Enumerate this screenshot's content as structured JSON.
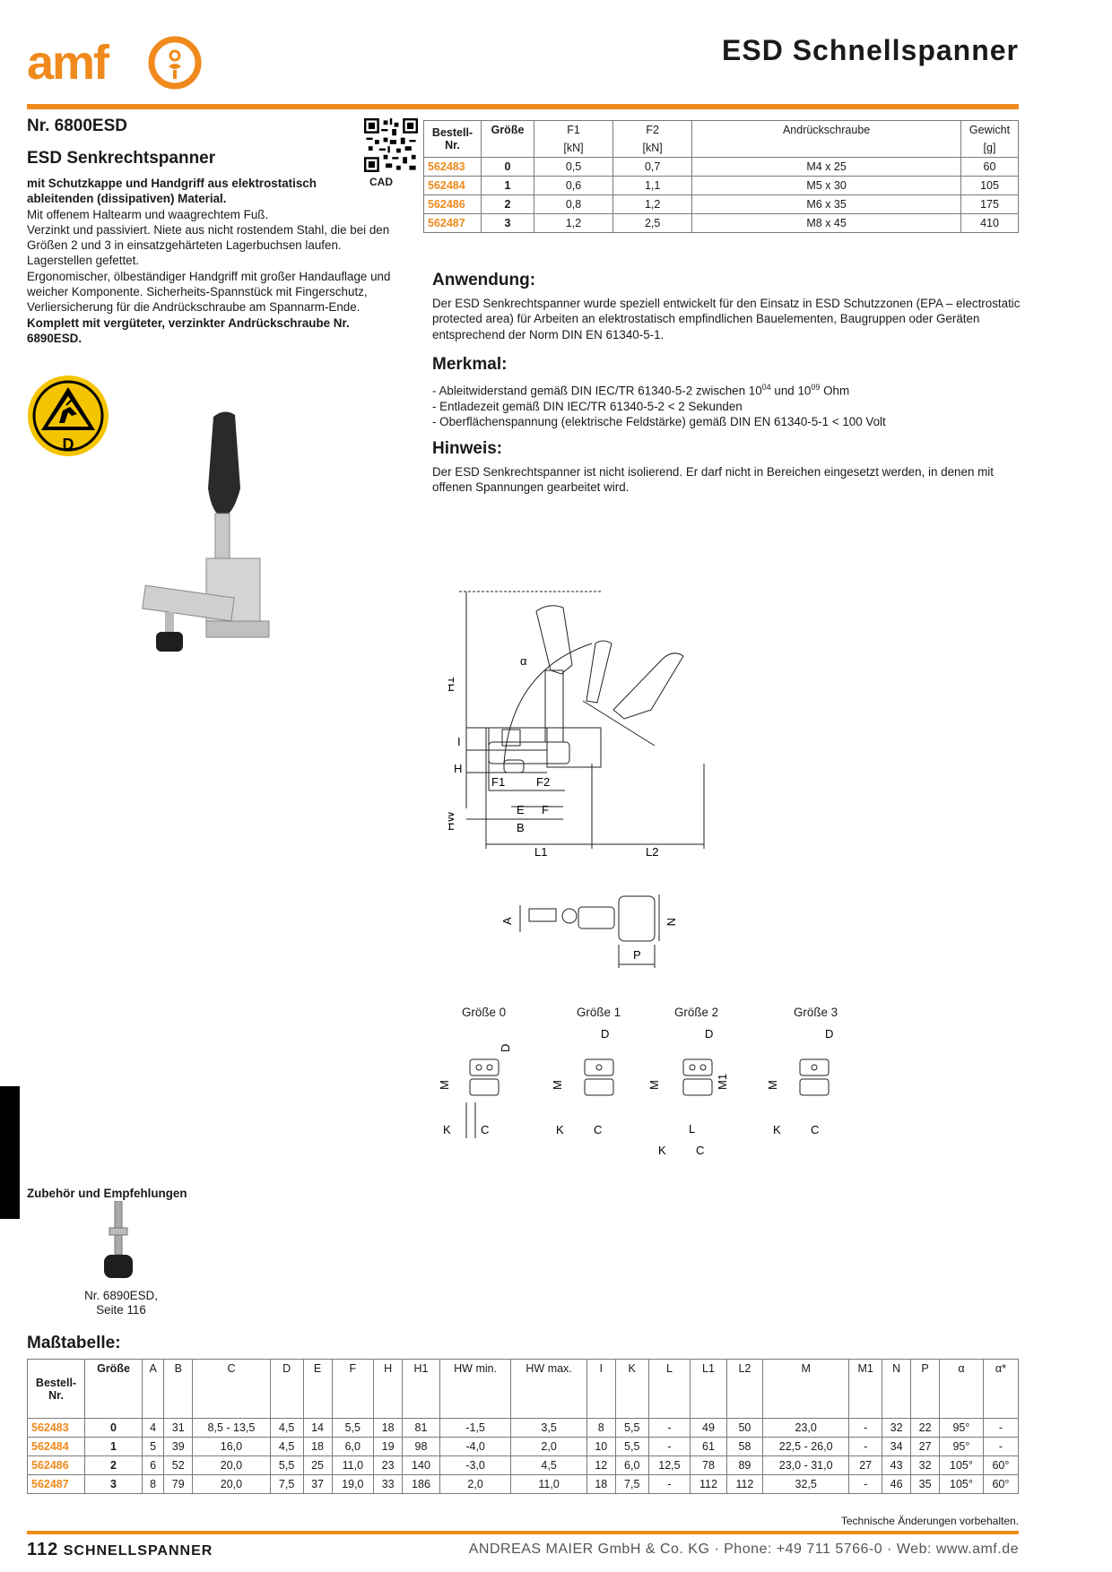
{
  "header": {
    "title": "ESD Schnellspanner",
    "logo_text": "amf"
  },
  "product": {
    "nr": "Nr. 6800ESD",
    "name": "ESD Senkrechtspanner",
    "desc_bold": "mit Schutzkappe und Handgriff aus elektrostatisch ableitenden (dissipativen) Material.",
    "desc_1": "Mit offenem Haltearm und waagrechtem Fuß.",
    "desc_2": "Verzinkt und passiviert. Niete aus nicht rostendem Stahl, die bei den Größen 2 und 3 in einsatzgehärteten Lagerbuchsen laufen. Lagerstellen gefettet.",
    "desc_3": "Ergonomischer, ölbeständiger Handgriff mit großer Handauflage und weicher Komponente. Sicherheits-Spannstück mit Fingerschutz, Verliersicherung für die Andrückschraube am Spannarm-Ende.",
    "desc_bold2": "Komplett mit vergüteter, verzinkter Andrückschraube Nr. 6890ESD.",
    "cad": "CAD",
    "esd_letter": "D"
  },
  "top_table": {
    "headers": [
      "Bestell-Nr.",
      "Größe",
      "F1",
      "F2",
      "Andrückschraube",
      "Gewicht"
    ],
    "units": [
      "",
      "",
      "[kN]",
      "[kN]",
      "",
      "[g]"
    ],
    "rows": [
      [
        "562483",
        "0",
        "0,5",
        "0,7",
        "M4 x 25",
        "60"
      ],
      [
        "562484",
        "1",
        "0,6",
        "1,1",
        "M5 x 30",
        "105"
      ],
      [
        "562486",
        "2",
        "0,8",
        "1,2",
        "M6 x 35",
        "175"
      ],
      [
        "562487",
        "3",
        "1,2",
        "2,5",
        "M8 x 45",
        "410"
      ]
    ]
  },
  "anwendung": {
    "heading": "Anwendung:",
    "text": "Der ESD Senkrechtspanner wurde speziell entwickelt für den Einsatz in ESD Schutzzonen (EPA – electrostatic protected area) für Arbeiten an elektrostatisch empfindlichen Bauelementen, Baugruppen oder Geräten entsprechend der Norm DIN EN 61340-5-1."
  },
  "merkmal": {
    "heading": "Merkmal:",
    "l1_a": "- Ableitwiderstand gemäß DIN IEC/TR 61340-5-2 zwischen 10",
    "l1_sup1": "04",
    "l1_b": " und 10",
    "l1_sup2": "09",
    "l1_c": " Ohm",
    "l2": "- Entladezeit gemäß DIN IEC/TR 61340-5-2 < 2 Sekunden",
    "l3": "- Oberflächenspannung (elektrische Feldstärke) gemäß DIN EN 61340-5-1 < 100 Volt"
  },
  "hinweis": {
    "heading": "Hinweis:",
    "text": "Der ESD Senkrechtspanner ist nicht isolierend. Er darf nicht in Bereichen eingesetzt werden, in denen mit offenen Spannungen gearbeitet wird."
  },
  "drawing_labels": {
    "H1": "H1",
    "I": "I",
    "H": "H",
    "HW": "HW",
    "alpha": "α",
    "F1": "F1",
    "F2": "F2",
    "E": "E",
    "F": "F",
    "B": "B",
    "L1": "L1",
    "L2": "L2",
    "A": "A",
    "N": "N",
    "P": "P",
    "D": "D",
    "M": "M",
    "M1": "M1",
    "K": "K",
    "C": "C",
    "L": "L"
  },
  "groessen": [
    "Größe 0",
    "Größe 1",
    "Größe 2",
    "Größe 3"
  ],
  "zubehoer": {
    "heading": "Zubehör und Empfehlungen",
    "cap1": "Nr. 6890ESD,",
    "cap2": "Seite 116"
  },
  "mass_table": {
    "heading": "Maßtabelle:",
    "headers": [
      "Bestell-Nr.",
      "Größe",
      "A",
      "B",
      "C",
      "D",
      "E",
      "F",
      "H",
      "H1",
      "HW min.",
      "HW max.",
      "I",
      "K",
      "L",
      "L1",
      "L2",
      "M",
      "M1",
      "N",
      "P",
      "α",
      "α*"
    ],
    "rows": [
      [
        "562483",
        "0",
        "4",
        "31",
        "8,5 - 13,5",
        "4,5",
        "14",
        "5,5",
        "18",
        "81",
        "-1,5",
        "3,5",
        "8",
        "5,5",
        "-",
        "49",
        "50",
        "23,0",
        "-",
        "32",
        "22",
        "95°",
        "-"
      ],
      [
        "562484",
        "1",
        "5",
        "39",
        "16,0",
        "4,5",
        "18",
        "6,0",
        "19",
        "98",
        "-4,0",
        "2,0",
        "10",
        "5,5",
        "-",
        "61",
        "58",
        "22,5 - 26,0",
        "-",
        "34",
        "27",
        "95°",
        "-"
      ],
      [
        "562486",
        "2",
        "6",
        "52",
        "20,0",
        "5,5",
        "25",
        "11,0",
        "23",
        "140",
        "-3,0",
        "4,5",
        "12",
        "6,0",
        "12,5",
        "78",
        "89",
        "23,0 - 31,0",
        "27",
        "43",
        "32",
        "105°",
        "60°"
      ],
      [
        "562487",
        "3",
        "8",
        "79",
        "20,0",
        "7,5",
        "37",
        "19,0",
        "33",
        "186",
        "2,0",
        "11,0",
        "18",
        "7,5",
        "-",
        "112",
        "112",
        "32,5",
        "-",
        "46",
        "35",
        "105°",
        "60°"
      ]
    ]
  },
  "footer": {
    "tech_note": "Technische Änderungen vorbehalten.",
    "page_num": "112",
    "section": "SCHNELLSPANNER",
    "company": "ANDREAS MAIER GmbH & Co. KG · Phone: +49 711 5766-0 · Web: www.amf.de"
  },
  "colors": {
    "accent": "#f08a1c",
    "esd_yellow": "#f5c400"
  }
}
